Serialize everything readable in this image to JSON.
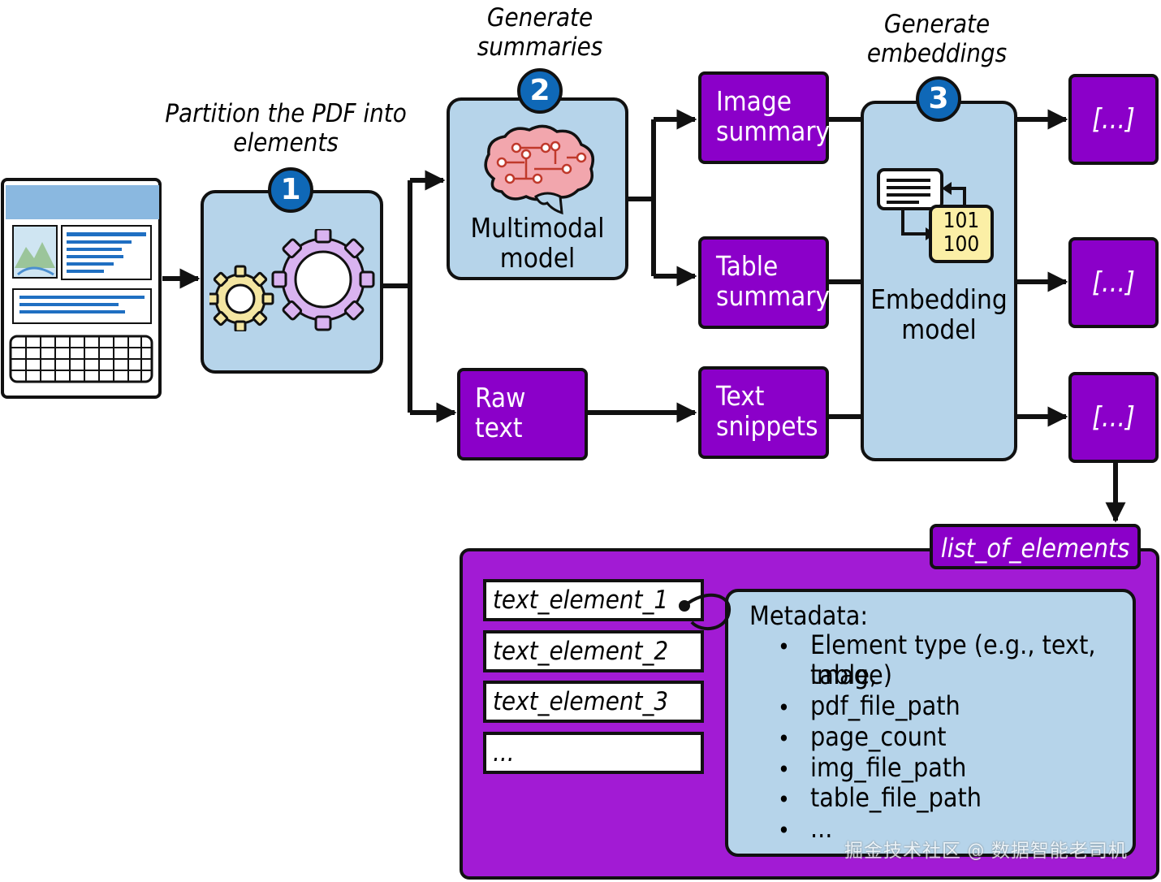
{
  "steps": {
    "partition": {
      "caption_line1": "Partition the PDF into",
      "caption_line2": "elements",
      "badge": "1"
    },
    "summaries": {
      "caption_line1": "Generate",
      "caption_line2": "summaries",
      "badge": "2"
    },
    "embeddings": {
      "caption_line1": "Generate",
      "caption_line2": "embeddings",
      "badge": "3"
    }
  },
  "multimodal_model": {
    "line1": "Multimodal",
    "line2": "model"
  },
  "embedding_model": {
    "line1": "Embedding",
    "line2": "model",
    "binary_line1": "101",
    "binary_line2": "100"
  },
  "boxes": {
    "image_summary": {
      "line1": "Image",
      "line2": "summary"
    },
    "table_summary": {
      "line1": "Table",
      "line2": "summary"
    },
    "raw_text": {
      "line1": "Raw",
      "line2": "text"
    },
    "text_snippets": {
      "line1": "Text",
      "line2": "snippets"
    },
    "output": "[...]"
  },
  "list": {
    "title": "list_of_elements",
    "elements": [
      "text_element_1",
      "text_element_2",
      "text_element_3",
      "..."
    ]
  },
  "metadata": {
    "title": "Metadata:",
    "items": [
      "Element type (e.g., text, table,",
      "image)",
      "pdf_file_path",
      "page_count",
      "img_file_path",
      "table_file_path",
      "..."
    ]
  },
  "watermark": "掘金技术社区 @ 数据智能老司机",
  "colors": {
    "purple": "#8b00c9",
    "light_blue": "#b6d4ea",
    "badge_blue": "#0f68b7",
    "list_purple": "#a21bd4"
  }
}
